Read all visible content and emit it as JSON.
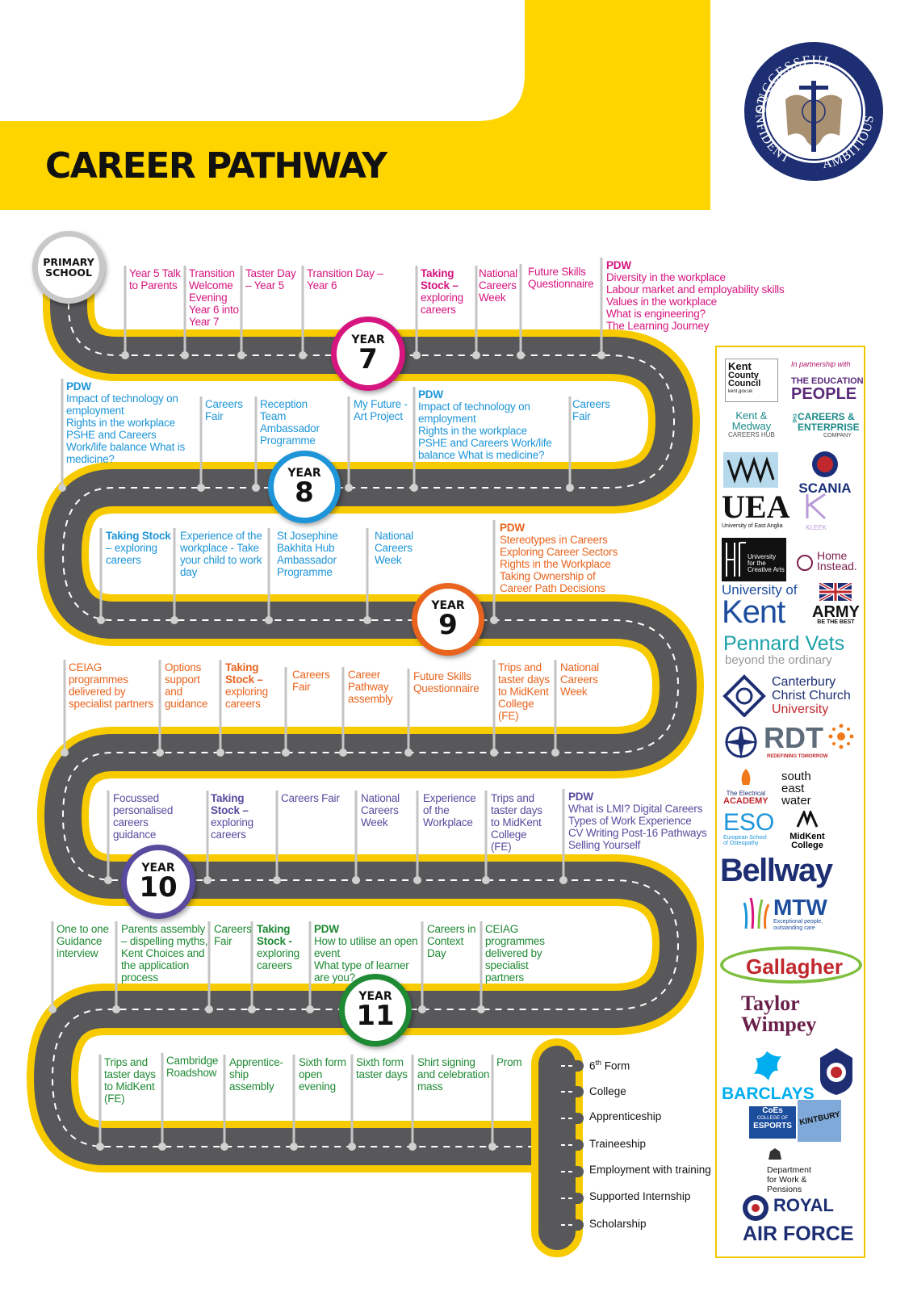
{
  "title": "CAREER PATHWAY",
  "crest": {
    "text_top": "SUCCESSFUL",
    "text_right": "AMBITIOUS",
    "text_left": "CONFIDENT"
  },
  "colors": {
    "header_yellow": "#FFD500",
    "road_grey": "#58585a",
    "road_edge_yellow": "#F7CB00",
    "year7": "#d6157f",
    "year8": "#1d95d8",
    "year9": "#e8641e",
    "year10": "#5a4a9e",
    "year11": "#1f8a34"
  },
  "primary_school": [
    "PRIMARY",
    "SCHOOL"
  ],
  "years": [
    {
      "label": "YEAR",
      "number": "7"
    },
    {
      "label": "YEAR",
      "number": "8"
    },
    {
      "label": "YEAR",
      "number": "9"
    },
    {
      "label": "YEAR",
      "number": "10"
    },
    {
      "label": "YEAR",
      "number": "11"
    }
  ],
  "row1": [
    {
      "lines": [
        "Year 5 Talk",
        "to Parents"
      ]
    },
    {
      "lines": [
        "Transition",
        "Welcome",
        "Evening",
        "Year 6 into",
        "Year 7"
      ]
    },
    {
      "lines": [
        "Taster Day",
        "– Year 5"
      ]
    },
    {
      "lines": [
        "Transition Day –",
        "Year 6"
      ]
    },
    {
      "lines": [
        "Taking",
        "Stock –",
        "exploring",
        "careers"
      ]
    },
    {
      "lines": [
        "National",
        "Careers",
        "Week"
      ]
    },
    {
      "lines": [
        "Future Skills",
        "Questionnaire"
      ]
    },
    {
      "lines": [
        "PDW",
        "Diversity in the workplace",
        "Labour market and employability skills",
        "Values in the workplace",
        "What is engineering?",
        "The Learning Journey"
      ]
    }
  ],
  "row2": [
    {
      "lines": [
        "PDW",
        "Impact of technology on",
        "employment",
        "Rights in the workplace",
        "PSHE and Careers",
        "Work/life balance     What is",
        "medicine?"
      ]
    },
    {
      "lines": [
        "Careers",
        "Fair"
      ]
    },
    {
      "lines": [
        "Reception",
        "Team",
        "Ambassador",
        "Programme"
      ]
    },
    {
      "lines": [
        "My Future  -",
        "Art Project"
      ]
    },
    {
      "lines": [
        "PDW",
        "Impact of technology on",
        "employment",
        "Rights in the workplace",
        "PSHE and Careers     Work/life",
        "balance     What is medicine?"
      ]
    },
    {
      "lines": [
        "Careers",
        "Fair"
      ]
    }
  ],
  "row3": [
    {
      "lines": [
        "Taking Stock",
        "– exploring",
        "careers"
      ]
    },
    {
      "lines": [
        "Experience of the",
        "workplace - Take",
        "your child to work",
        "day"
      ]
    },
    {
      "lines": [
        "St Josephine",
        "Bakhita Hub",
        "Ambassador",
        "Programme"
      ]
    },
    {
      "lines": [
        "National",
        "Careers",
        "Week"
      ]
    },
    {
      "lines": [
        "PDW",
        "Stereotypes in Careers",
        "Exploring Career Sectors",
        "Rights in the Workplace",
        "Taking Ownership of",
        "Career Path Decisions"
      ]
    }
  ],
  "row4": [
    {
      "lines": [
        "CEIAG",
        "programmes",
        "delivered by",
        "specialist partners"
      ]
    },
    {
      "lines": [
        "Options",
        "support",
        "and",
        "guidance"
      ]
    },
    {
      "lines": [
        "Taking",
        "Stock –",
        "exploring",
        "careers"
      ]
    },
    {
      "lines": [
        "Careers",
        "Fair"
      ]
    },
    {
      "lines": [
        "Career",
        "Pathway",
        "assembly"
      ]
    },
    {
      "lines": [
        "Future Skills",
        "Questionnaire"
      ]
    },
    {
      "lines": [
        "Trips and",
        "taster days",
        "to MidKent",
        "College",
        "(FE)"
      ]
    },
    {
      "lines": [
        "National",
        "Careers",
        "Week"
      ]
    }
  ],
  "row5": [
    {
      "lines": [
        "Focussed",
        "personalised",
        "careers",
        "guidance"
      ]
    },
    {
      "lines": [
        "Taking",
        "Stock –",
        "exploring",
        "careers"
      ]
    },
    {
      "lines": [
        "Careers Fair"
      ]
    },
    {
      "lines": [
        "National",
        "Careers",
        "Week"
      ]
    },
    {
      "lines": [
        "Experience",
        "of the",
        "Workplace"
      ]
    },
    {
      "lines": [
        "Trips and",
        "taster days",
        "to MidKent",
        "College",
        "(FE)"
      ]
    },
    {
      "lines": [
        "PDW",
        "What is LMI?    Digital Careers",
        "Types of Work Experience",
        "CV Writing    Post-16 Pathways",
        "Selling Yourself"
      ]
    }
  ],
  "row6": [
    {
      "lines": [
        "One to one",
        "Guidance",
        "interview"
      ]
    },
    {
      "lines": [
        "Parents assembly",
        "– dispelling myths,",
        "Kent Choices and",
        "the application",
        "process"
      ]
    },
    {
      "lines": [
        "Careers",
        "Fair"
      ]
    },
    {
      "lines": [
        "Taking",
        "Stock -",
        "exploring",
        "careers"
      ]
    },
    {
      "lines": [
        "PDW",
        "How to utilise an open",
        "event",
        "What type of learner",
        "are you?"
      ]
    },
    {
      "lines": [
        "Careers in",
        "Context",
        "Day"
      ]
    },
    {
      "lines": [
        "CEIAG",
        "programmes",
        "delivered by",
        "specialist",
        "partners"
      ]
    }
  ],
  "row7": [
    {
      "lines": [
        "Trips and",
        "taster days",
        "to MidKent",
        "(FE)"
      ]
    },
    {
      "lines": [
        "Cambridge",
        "Roadshow"
      ]
    },
    {
      "lines": [
        "Apprentice-",
        "ship",
        "assembly"
      ]
    },
    {
      "lines": [
        "Sixth form",
        "open",
        "evening"
      ]
    },
    {
      "lines": [
        "Sixth form",
        "taster days"
      ]
    },
    {
      "lines": [
        "Shirt signing",
        "and celebration",
        "mass"
      ]
    },
    {
      "lines": [
        "Prom"
      ]
    }
  ],
  "destinations": [
    {
      "pre": "6",
      "sup": "th",
      "post": " Form"
    },
    {
      "pre": "College",
      "sup": "",
      "post": ""
    },
    {
      "pre": "Apprenticeship",
      "sup": "",
      "post": ""
    },
    {
      "pre": "Traineeship",
      "sup": "",
      "post": ""
    },
    {
      "pre": "Employment with training",
      "sup": "",
      "post": ""
    },
    {
      "pre": "Supported Internship",
      "sup": "",
      "post": ""
    },
    {
      "pre": "Scholarship",
      "sup": "",
      "post": ""
    }
  ],
  "partners": {
    "kcc": [
      "Kent",
      "County",
      "Council",
      "kent.gov.uk"
    ],
    "in_partnership": "In partnership with",
    "education_people": [
      "THE EDUCATION",
      "PEOPLE"
    ],
    "kent_medway": [
      "Kent &",
      "Medway",
      "CAREERS HUB"
    ],
    "careers_enterprise": [
      "THE",
      "CAREERS &",
      "ENTERPRISE",
      "COMPANY"
    ],
    "scania": "SCANIA",
    "uea": [
      "UEA",
      "University of East Anglia"
    ],
    "kleek": "KLEEK",
    "uca": [
      "University",
      "for the",
      "Creative Arts"
    ],
    "home_instead": [
      "Home",
      "Instead."
    ],
    "uok": [
      "University of",
      "Kent"
    ],
    "army": [
      "ARMY",
      "BE THE BEST"
    ],
    "pennard": [
      "Pennard Vets",
      "beyond the ordinary"
    ],
    "ccc": [
      "Canterbury",
      "Christ Church",
      "University"
    ],
    "rdt": [
      "RDT",
      "REDEFINING TOMORROW"
    ],
    "electrical": [
      "The Electrical",
      "ACADEMY"
    ],
    "southeast": [
      "south",
      "east",
      "water"
    ],
    "eso": [
      "ESO",
      "European School",
      "of Osteopathy"
    ],
    "midkent": [
      "MidKent",
      "College"
    ],
    "bellway": "Bellway",
    "mtw": [
      "MTW",
      "Exceptional people,",
      "outstanding care"
    ],
    "gallagher": "Gallagher",
    "taylor": [
      "Taylor",
      "Wimpey"
    ],
    "barclays": "BARCLAYS",
    "coes": [
      "CoEs",
      "COLLEGE OF",
      "ESPORTS"
    ],
    "kintbury": "KINTBURY",
    "dwp": [
      "Department",
      "for Work &",
      "Pensions"
    ],
    "raf": [
      "ROYAL",
      "AIR FORCE"
    ]
  }
}
